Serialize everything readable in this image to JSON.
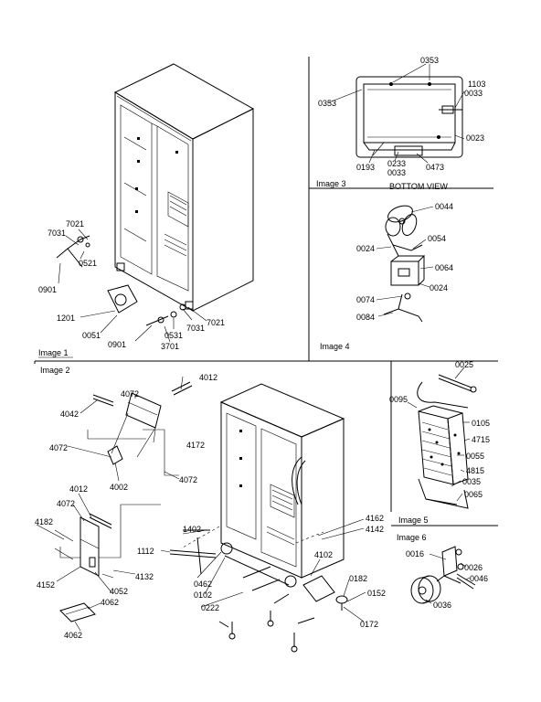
{
  "header": {
    "fragment_left": "",
    "fragment_right": ""
  },
  "image_labels": {
    "image1": "Image 1",
    "image2": "Image 2",
    "image3": "Image 3",
    "bottom_view": "BOTTOM VIEW",
    "image4": "Image 4",
    "image5": "Image 5",
    "image6": "Image 6"
  },
  "parts": {
    "p7021a": "7021",
    "p7031a": "7031",
    "p0521": "0521",
    "p0901a": "0901",
    "p1201": "1201",
    "p0051": "0051",
    "p0901b": "0901",
    "p7031b": "7031",
    "p7021b": "7021",
    "p0531": "0531",
    "p3701": "3701",
    "p0353a": "0353",
    "p0353b": "0353",
    "p1103": "1103",
    "p0033a": "0033",
    "p0023": "0023",
    "p0193": "0193",
    "p0233": "0233",
    "p0033b": "0033",
    "p0473": "0473",
    "p0044": "0044",
    "p0024a": "0024",
    "p0054": "0054",
    "p0064": "0064",
    "p0074": "0074",
    "p0024b": "0024",
    "p0084": "0084",
    "p4072a": "4072",
    "p4012a": "4012",
    "p4042": "4042",
    "p4172": "4172",
    "p4072b": "4072",
    "p4002": "4002",
    "p4072c": "4072",
    "p4012b": "4012",
    "p4072d": "4072",
    "p4182": "4182",
    "p4152": "4152",
    "p4052": "4052",
    "p4132": "4132",
    "p4062a": "4062",
    "p4062b": "4062",
    "p1402": "1402",
    "p1112": "1112",
    "p0462": "0462",
    "p0102": "0102",
    "p0222": "0222",
    "p4162": "4162",
    "p4142": "4142",
    "p4102": "4102",
    "p0182": "0182",
    "p0152": "0152",
    "p0172": "0172",
    "p0025": "0025",
    "p0095": "0095",
    "p0105": "0105",
    "p4715": "4715",
    "p0055": "0055",
    "p4815": "4815",
    "p0035": "0035",
    "p0065": "0065",
    "p0016": "0016",
    "p0026": "0026",
    "p0046": "0046",
    "p0036": "0036"
  }
}
